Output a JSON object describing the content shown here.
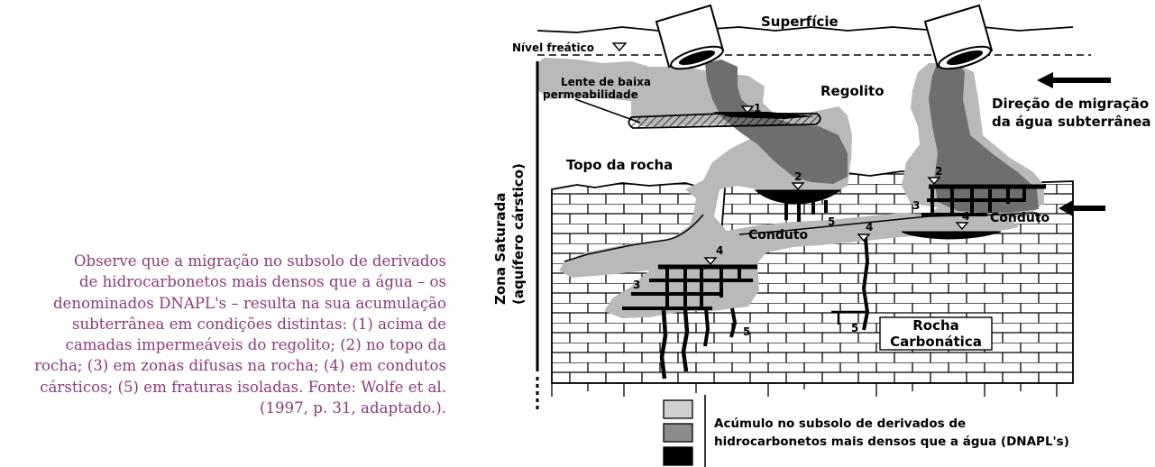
{
  "caption": {
    "lines": [
      "Observe que a migração no subsolo de derivados",
      "de hidrocarbonetos mais densos que a água – os",
      "denominados DNAPL's – resulta na sua acumulação",
      "subterrânea em condições distintas: (1) acima de",
      "camadas impermeáveis do regolito; (2) no topo da",
      "rocha; (3) em zonas difusas na rocha; (4) em condutos",
      "cársticos; (5) em fraturas isoladas. Fonte: Wolfe et al.",
      "(1997, p. 31, adaptado.)."
    ]
  },
  "diagram": {
    "labels": {
      "surface": "Superfície",
      "water_table": "Nível freático",
      "lens_line1": "Lente de baixa",
      "lens_line2": "permeabilidade",
      "regolith": "Regolito",
      "flow_line1": "Direção de migração",
      "flow_line2": "da água subterrânea",
      "rock_top": "Topo da rocha",
      "conduit": "Conduto",
      "carbonate_line1": "Rocha",
      "carbonate_line2": "Carbonática",
      "zone_line1": "Zona Saturada",
      "zone_line2": "(aquífero cárstico)"
    },
    "markers": [
      "1",
      "2",
      "2",
      "3",
      "3",
      "4",
      "4",
      "4",
      "5",
      "5",
      "5"
    ],
    "legend": {
      "line1": "Acúmulo no subsolo de derivados de",
      "line2": "hidrocarbonetos mais densos que a água (DNAPL's)",
      "colors": [
        "#d0d0d0",
        "#8c8c8c",
        "#000000"
      ]
    },
    "colors": {
      "light": "#b9b9b9",
      "dark": "#6e6e6e",
      "black": "#000000"
    }
  }
}
